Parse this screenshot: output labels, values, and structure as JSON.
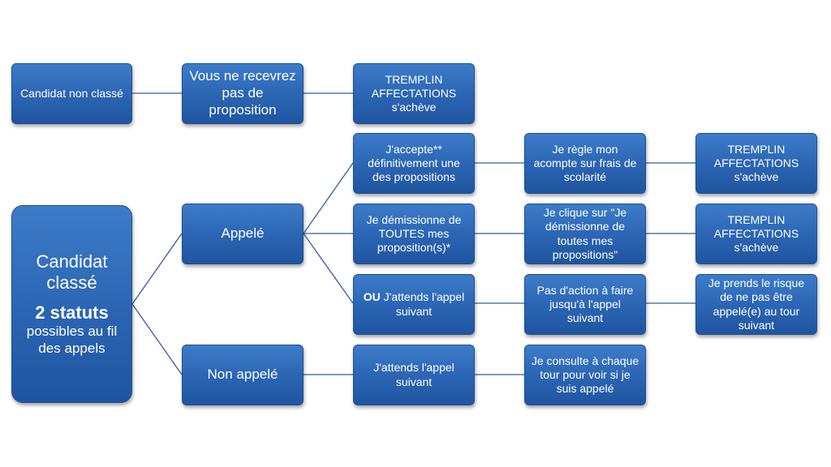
{
  "nodes": {
    "non_classe": "Candidat non classé",
    "pas_proposition": "Vous ne recevrez pas de proposition",
    "tremplin_1": "TREMPLIN AFFECTATIONS s'achève",
    "classe": {
      "line1": "Candidat classé",
      "line2": "2 statuts",
      "line3": "possibles au fil des appels"
    },
    "appele": "Appelé",
    "non_appele": "Non appelé",
    "accepte": "J'accepte** définitivement une des propositions",
    "demissionne": "Je démissionne de TOUTES mes proposition(s)*",
    "attends_ou": {
      "bold": "OU",
      "rest": " J'attends l'appel suivant"
    },
    "attends_na": "J'attends l'appel suivant",
    "acompte": "Je règle mon acompte sur frais de scolarité",
    "clique": "Je clique sur \"Je démissionne de toutes mes propositions\"",
    "pas_action": "Pas d'action à faire jusqu'à l'appel suivant",
    "consulte": "Je consulte à chaque tour pour voir si je suis appelé",
    "tremplin_2": "TREMPLIN AFFECTATIONS s'achève",
    "tremplin_3": "TREMPLIN AFFECTATIONS s'achève",
    "risque": "Je prends le risque de ne pas être appelé(e) au tour suivant"
  },
  "colors": {
    "box": "#2a64b2",
    "connector": "#2f5f9e",
    "text": "#ffffff"
  }
}
